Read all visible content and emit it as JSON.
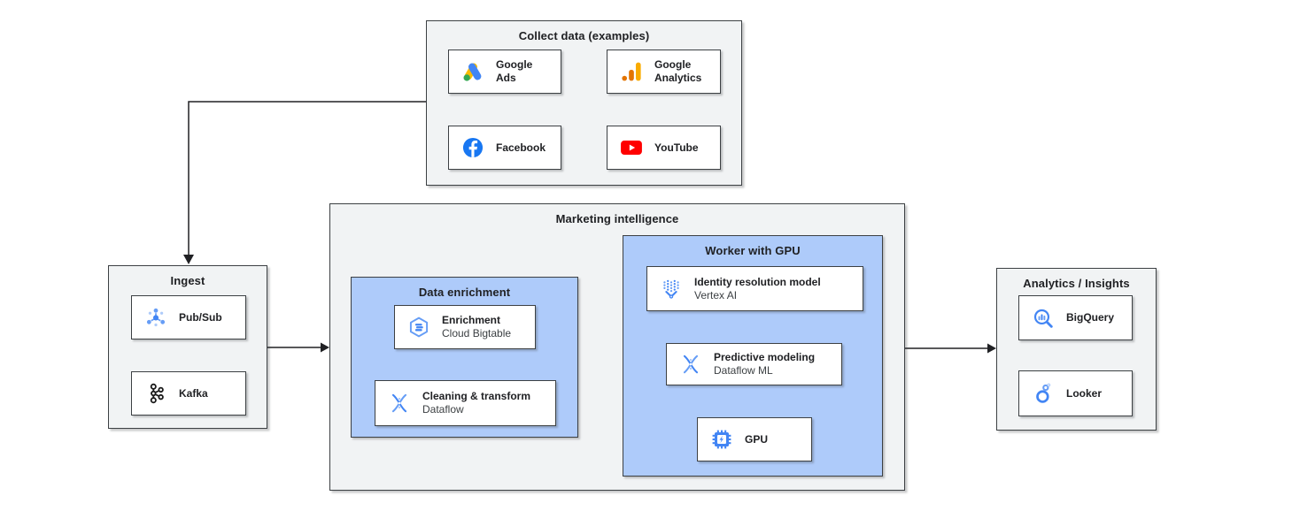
{
  "palette": {
    "canvas_bg": "#ffffff",
    "panel_bg": "#f1f3f4",
    "sub_panel_bg": "#aecbfa",
    "card_bg": "#ffffff",
    "border": "#3c4043",
    "arrow": "#202124",
    "google_blue": "#4285f4",
    "google_blue_light": "#669df6",
    "google_blue_pale": "#aecbfa",
    "ads_yellow": "#fbbc04",
    "ads_green": "#34a853",
    "analytics_amber": "#f9ab00",
    "analytics_orange": "#e37400",
    "facebook_blue": "#1877f2",
    "youtube_red": "#ff0000",
    "kafka_black": "#1a1a1a"
  },
  "groups": {
    "collect": {
      "title": "Collect data (examples)",
      "cards": [
        {
          "label": "Google Ads",
          "icon": "google-ads-icon"
        },
        {
          "label": "Google Analytics",
          "icon": "google-analytics-icon"
        },
        {
          "label": "Facebook",
          "icon": "facebook-icon"
        },
        {
          "label": "YouTube",
          "icon": "youtube-icon"
        }
      ]
    },
    "ingest": {
      "title": "Ingest",
      "cards": [
        {
          "label": "Pub/Sub",
          "icon": "pubsub-icon"
        },
        {
          "label": "Kafka",
          "icon": "kafka-icon"
        }
      ]
    },
    "marketing": {
      "title": "Marketing intelligence",
      "data_enrichment": {
        "title": "Data enrichment",
        "cards": [
          {
            "label": "Enrichment",
            "sublabel": "Cloud Bigtable",
            "icon": "bigtable-icon"
          },
          {
            "label": "Cleaning & transform",
            "sublabel": "Dataflow",
            "icon": "dataflow-icon"
          }
        ]
      },
      "worker": {
        "title": "Worker with GPU",
        "cards": [
          {
            "label": "Identity resolution model",
            "sublabel": "Vertex AI",
            "icon": "vertex-ai-icon"
          },
          {
            "label": "Predictive modeling",
            "sublabel": "Dataflow ML",
            "icon": "dataflow-icon"
          },
          {
            "label": "GPU",
            "icon": "gpu-icon"
          }
        ]
      }
    },
    "analytics": {
      "title": "Analytics / Insights",
      "cards": [
        {
          "label": "BigQuery",
          "icon": "bigquery-icon"
        },
        {
          "label": "Looker",
          "icon": "looker-icon"
        }
      ]
    }
  }
}
